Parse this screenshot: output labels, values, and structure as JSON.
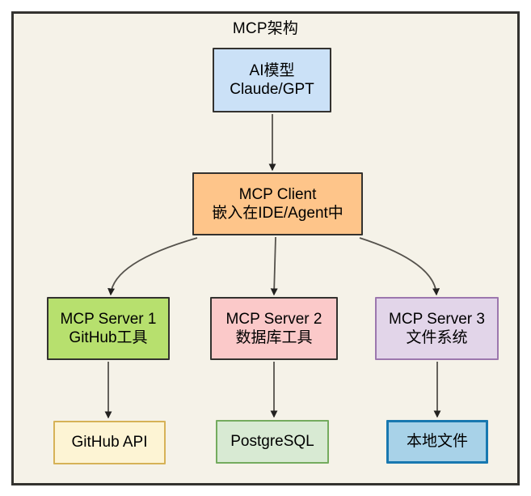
{
  "title": "MCP架构",
  "nodes": {
    "ai_model": {
      "line1": "AI模型",
      "line2": "Claude/GPT",
      "fill": "#cbe1f7",
      "border": "#33322f"
    },
    "mcp_client": {
      "line1": "MCP Client",
      "line2": "嵌入在IDE/Agent中",
      "fill": "#fec58a",
      "border": "#33322f"
    },
    "mcp_server_1": {
      "line1": "MCP Server 1",
      "line2": "GitHub工具",
      "fill": "#b7e06e",
      "border": "#33322f"
    },
    "mcp_server_2": {
      "line1": "MCP Server 2",
      "line2": "数据库工具",
      "fill": "#fbc9c9",
      "border": "#33322f"
    },
    "mcp_server_3": {
      "line1": "MCP Server 3",
      "line2": "文件系统",
      "fill": "#e2d5e9",
      "border": "#9c77ae"
    },
    "github_api": {
      "label": "GitHub API",
      "fill": "#fdf4d4",
      "border": "#d6b257"
    },
    "postgresql": {
      "label": "PostgreSQL",
      "fill": "#d8ead3",
      "border": "#74ab5e"
    },
    "local_files": {
      "label": "本地文件",
      "fill": "#a8d2e8",
      "border": "#1878b0"
    }
  },
  "edges": [
    {
      "from": "ai_model",
      "to": "mcp_client"
    },
    {
      "from": "mcp_client",
      "to": "mcp_server_1"
    },
    {
      "from": "mcp_client",
      "to": "mcp_server_2"
    },
    {
      "from": "mcp_client",
      "to": "mcp_server_3"
    },
    {
      "from": "mcp_server_1",
      "to": "github_api"
    },
    {
      "from": "mcp_server_2",
      "to": "postgresql"
    },
    {
      "from": "mcp_server_3",
      "to": "local_files"
    }
  ],
  "colors": {
    "canvas_bg": "#f5f2e8",
    "frame_border": "#33322f",
    "arrow_line": "#55524c",
    "arrow_head": "#22211f",
    "text": "#000000"
  }
}
